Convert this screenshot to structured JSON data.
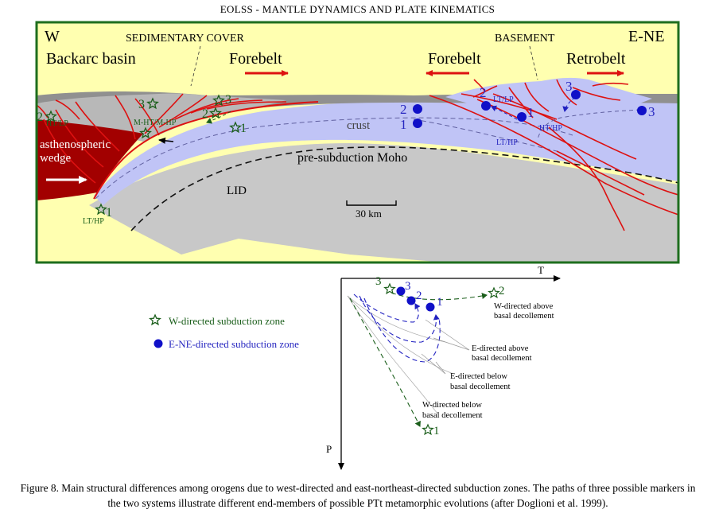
{
  "header": "EOLSS - MANTLE DYNAMICS AND PLATE KINEMATICS",
  "section": {
    "labels": {
      "w": "W",
      "ene": "E-NE",
      "sedimentary_cover": "SEDIMENTARY COVER",
      "basement": "BASEMENT",
      "backarc_basin": "Backarc basin",
      "forebelt_left": "Forebelt",
      "forebelt_right": "Forebelt",
      "retrobelt": "Retrobelt",
      "crust": "crust",
      "asthenospheric": "asthenospheric",
      "wedge": "wedge",
      "moho": "pre-subduction  Moho",
      "lid": "LID",
      "scale": "30 km"
    },
    "markers_green": [
      {
        "n": "1",
        "pt": "LT/HP"
      },
      {
        "n": "1",
        "pt": ""
      },
      {
        "n": "2",
        "pt": "HT/LP"
      },
      {
        "n": "2",
        "pt": ""
      },
      {
        "n": "3",
        "pt": ""
      },
      {
        "n": "3",
        "pt": ""
      }
    ],
    "pt_labels": {
      "m_ht_m_hp": "M-HT/M-HP",
      "lt_lp": "LT/LP",
      "ht_hp": "HT/HP",
      "lt_hp": "LT/HP",
      "ht_lp": "HT/LP",
      "lt_hp_green": "LT/HP"
    },
    "markers_blue_numbers": [
      "1",
      "2",
      "1",
      "2",
      "3",
      "3"
    ],
    "colors": {
      "frame": "#1e6e1e",
      "background": "#ffffb0",
      "crust": "#c0c4f6",
      "lid": "#c8c8c8",
      "asthenosphere": "#a20000",
      "faults": "#dd1111",
      "sediment": "#808080",
      "green_marker": "#1a5e1a",
      "blue_marker": "#1010c8"
    }
  },
  "pt_diagram": {
    "axis_t": "T",
    "axis_p": "P",
    "path_labels": {
      "w_above": "W-directed  above",
      "w_above_2": "basal  decollement",
      "e_above": "E-directed  above",
      "e_above_2": "basal  decollement",
      "e_below": "E-directed  below",
      "e_below_2": "basal  decollement",
      "w_below": "W-directed  below",
      "w_below_2": "basal  decollement"
    },
    "numbers": [
      "3",
      "3",
      "2",
      "1",
      "2",
      "1"
    ]
  },
  "legend": {
    "green": "W-directed   subduction  zone",
    "blue": "E-NE-directed   subduction  zone"
  },
  "caption": "Figure 8. Main structural differences among orogens due to west-directed and east-northeast-directed subduction zones. The paths of three possible markers in the two systems illustrate different end-members of possible PTt metamorphic evolutions (after Doglioni et al. 1999)."
}
